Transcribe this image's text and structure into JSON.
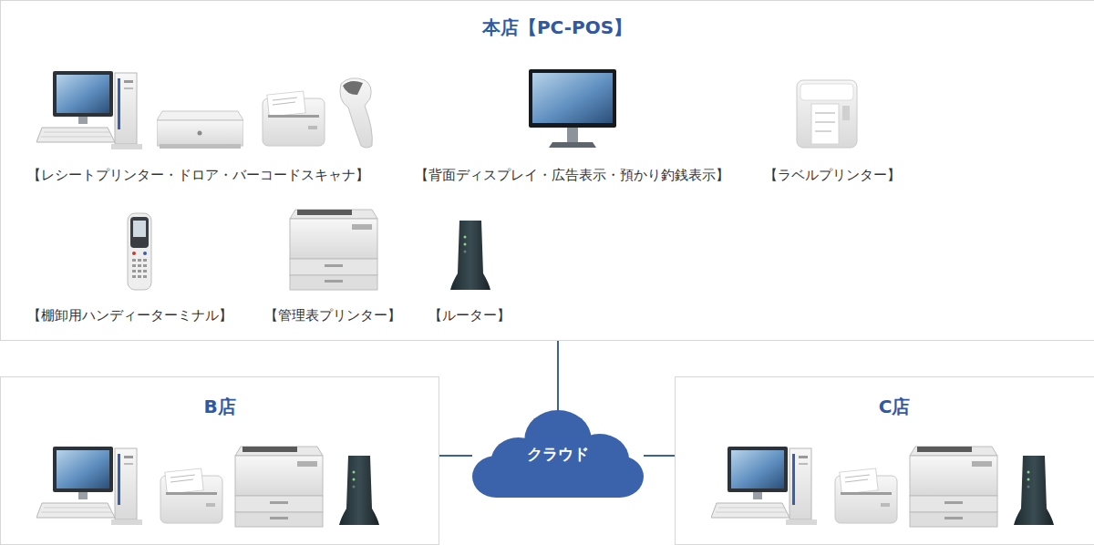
{
  "diagram": {
    "nodes": [
      {
        "text": [
          "本店【PC-POS】"
        ]
      },
      {
        "text": [
          "B店"
        ]
      },
      {
        "text": [
          "クラウド"
        ]
      },
      {
        "text": [
          "C店"
        ]
      }
    ],
    "edges": [
      {
        "from": 0,
        "to": 2,
        "arrow": "none"
      },
      {
        "from": 1,
        "to": 2,
        "arrow": "none"
      },
      {
        "from": 2,
        "to": 3,
        "arrow": "none"
      }
    ],
    "labels": [
      "【レシートプリンター・ドロア・バーコードスキャナ】",
      "【背面ディスプレイ・広告表示・預かり釣銭表示】",
      "【ラベルプリンター】",
      "【棚卸用ハンディーターミナル】",
      "【管理表プリンター】",
      "【ルーター】"
    ]
  }
}
